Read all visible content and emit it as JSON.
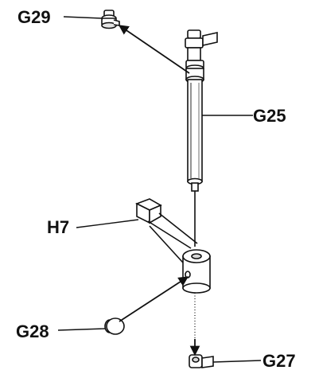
{
  "labels": {
    "g29": "G29",
    "g25": "G25",
    "h7": "H7",
    "g28": "G28",
    "g27": "G27"
  },
  "colors": {
    "ink": "#111111",
    "paper": "#ffffff",
    "shade": "#d8d8d8"
  }
}
